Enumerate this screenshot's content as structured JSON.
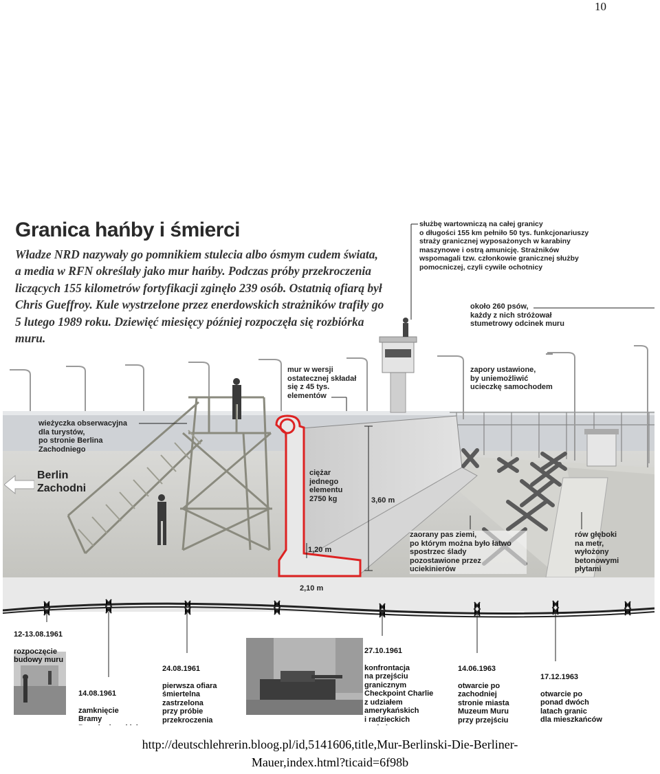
{
  "page_number": "10",
  "infographic": {
    "title": "Granica hańby i śmierci",
    "intro": "Władze NRD nazywały go pomnikiem stulecia albo ósmym cudem świata, a media w RFN określały jako mur hańby. Podczas próby przekroczenia liczących 155 kilometrów fortyfikacji zginęło 239 osób. Ostatnią ofiarą był Chris Gueffroy. Kule wystrzelone przez enerdowskich strażników trafiły go 5 lutego 1989 roku. Dziewięć miesięcy później rozpoczęła się rozbiórka muru.",
    "annotations": {
      "guards": "służbę wartowniczą na całej granicy\no długości 155 km pełniło 50 tys. funkcjonariuszy\nstraży granicznej wyposażonych w karabiny\nmaszynowe i ostrą amunicję. Strażników\nwspomagali tzw. członkowie granicznej służby\npomocniczej, czyli cywile ochotnicy",
      "dogs": "około 260 psów,\nkażdy z nich stróżował\nstumetrowy odcinek muru",
      "barriers": "zapory ustawione,\nby uniemożliwić\nucieczkę samochodem",
      "wall_elements": "mur w wersji\nostatecznej składał\nsię z 45 tys.\nelementów",
      "tower": "wieżyczka obserwacyjna\ndla turystów,\npo stronie Berlina\nZachodniego",
      "weight": "ciężar\njednego\nelementu\n2750 kg",
      "height": "3,60 m",
      "base_height": "1,20 m",
      "base_width": "2,10 m",
      "strip": "zaorany pas ziemi,\npo którym można było łatwo\nspostrzec ślady\npozostawione przez\nuciekinierów",
      "ditch": "rów głęboki\nna metr,\nwyłożony\nbetonowymi\npłytami"
    },
    "berlin_label": "Berlin\nZachodni",
    "timeline": [
      {
        "date": "12-13.08.1961",
        "text": "rozpoczęcie\nbudowy muru"
      },
      {
        "date": "14.08.1961",
        "text": "zamknięcie\nBramy\nBrandenburskiej"
      },
      {
        "date": "24.08.1961",
        "text": "pierwsza ofiara\nśmiertelna\nzastrzelona\nprzy próbie\nprzekroczenia\ngranicy"
      },
      {
        "date": "27.10.1961",
        "text": "konfrontacja\nna przejściu\ngranicznym\nCheckpoint Charlie\nz udziałem\namerykańskich\ni radzieckich\nczołgów"
      },
      {
        "date": "14.06.1963",
        "text": "otwarcie po\nzachodniej\nstronie miasta\nMuzeum Muru\nprzy przejściu\nCheckpoint Charlie"
      },
      {
        "date": "17.12.1963",
        "text": "otwarcie po\nponad dwóch\nlatach granic\ndla mieszkańców\nBerlina Zach."
      }
    ]
  },
  "source_line1": "http://deutschlehrerin.bloog.pl/id,5141606,title,Mur-Berlinski-Die-Berliner-",
  "source_line2": "Mauer,index.html?ticaid=6f98b"
}
